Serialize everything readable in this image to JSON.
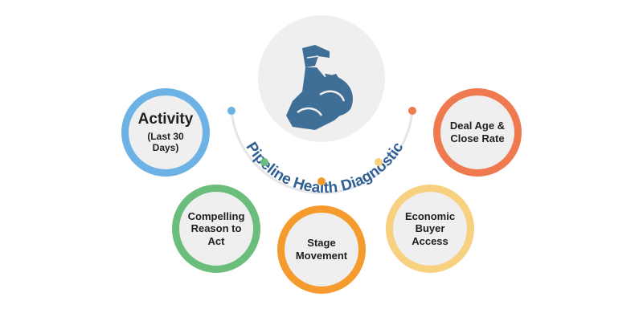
{
  "title": "Pipeline Health Diagnostic",
  "center_icon": "flexed-bicep-icon",
  "nodes": {
    "activity": {
      "label": "Activity",
      "sublabel": "(Last 30 Days)",
      "color": "#6cb2e4"
    },
    "deal_age": {
      "label": "Deal Age & Close Rate",
      "color": "#ef7a4f"
    },
    "compelling_reason": {
      "label": "Compelling Reason to Act",
      "color": "#6bbd7b"
    },
    "stage_movement": {
      "label": "Stage Movement",
      "color": "#f59a2c"
    },
    "economic_buyer": {
      "label": "Economic Buyer Access",
      "color": "#f7d080"
    }
  },
  "colors": {
    "title": "#2f5f93",
    "icon": "#3f6e96",
    "circle_fill": "#efefef",
    "arc": "#e6e6e6"
  }
}
